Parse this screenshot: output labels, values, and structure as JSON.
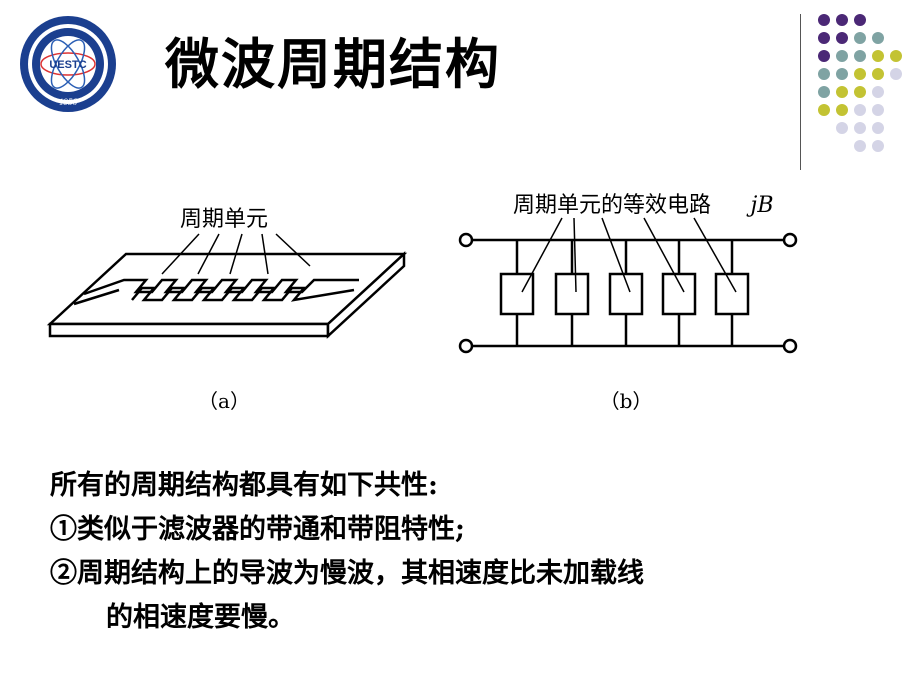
{
  "slide": {
    "title": "微波周期结构"
  },
  "logo": {
    "center_text": "UESTC",
    "year": "1956",
    "colors": {
      "ring": "#1b3f8f",
      "band": "#2b5fb5"
    }
  },
  "decoration": {
    "dot_colors": [
      "#4b2876",
      "#7fa3a3",
      "#c3c333",
      "#d4d4e6"
    ]
  },
  "figure": {
    "a": {
      "label": "周期单元",
      "caption": "（a）"
    },
    "b": {
      "label": "周期单元的等效电路",
      "label_italic": "jB",
      "caption": "（b）"
    }
  },
  "body": {
    "intro": "所有的周期结构都具有如下共性:",
    "point1": "①类似于滤波器的带通和带阻特性;",
    "point2_line1": "②周期结构上的导波为慢波，其相速度比未加载线",
    "point2_line2": "的相速度要慢。"
  }
}
